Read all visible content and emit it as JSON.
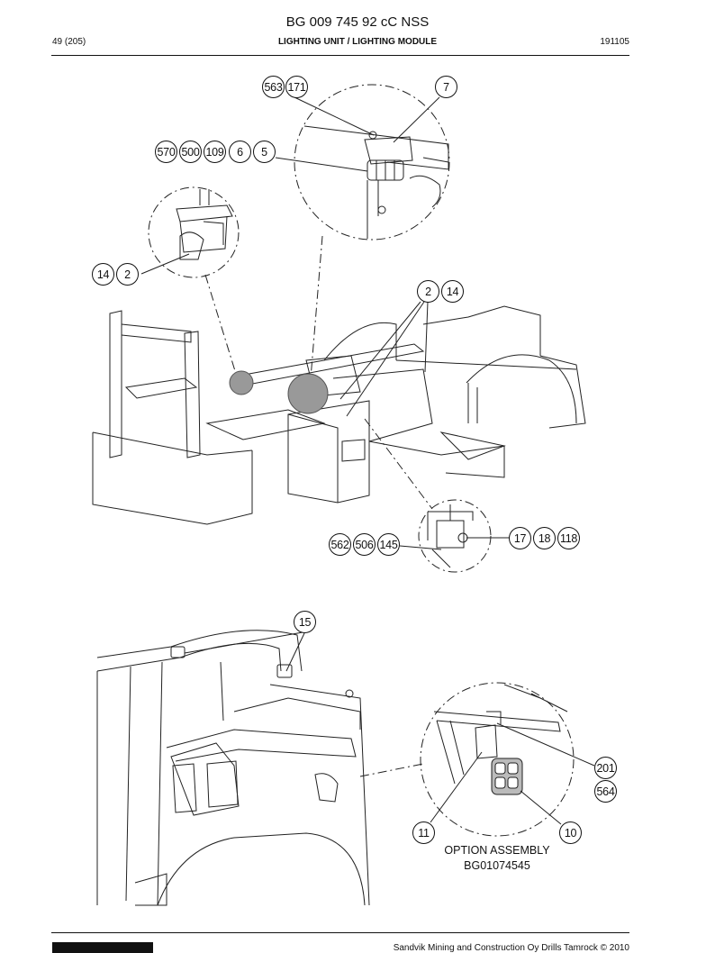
{
  "header": {
    "doc_code": "BG 009 745 92 cC NSS",
    "page": "49 (205)",
    "section": "LIGHTING UNIT / LIGHTING MODULE",
    "date_code": "191105"
  },
  "callouts_top": {
    "c563": "563",
    "c171": "171",
    "c7": "7",
    "c570": "570",
    "c500": "500",
    "c109": "109",
    "c6": "6",
    "c5": "5",
    "c14a": "14",
    "c2a": "2",
    "c2b": "2",
    "c14b": "14",
    "c562": "562",
    "c506": "506",
    "c145": "145",
    "c17": "17",
    "c18": "18",
    "c118": "118"
  },
  "callouts_bottom": {
    "c15": "15",
    "c201": "201",
    "c564": "564",
    "c11": "11",
    "c10": "10"
  },
  "option": {
    "label": "OPTION ASSEMBLY",
    "code": "BG01074545"
  },
  "footer": {
    "text": "Sandvik Mining and Construction Oy Drills Tamrock © 2010"
  }
}
